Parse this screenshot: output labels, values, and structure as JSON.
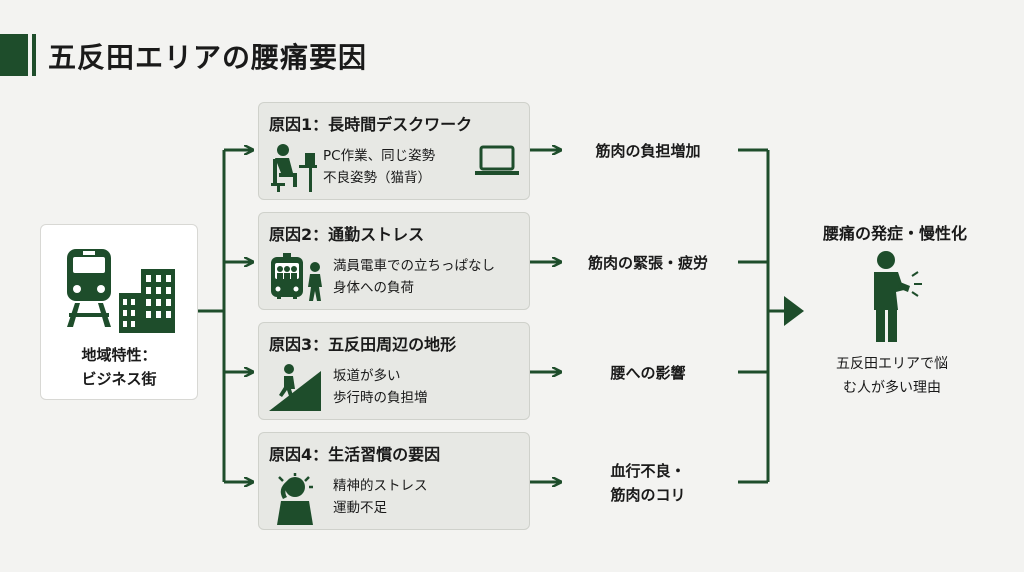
{
  "title": "五反田エリアの腰痛要因",
  "origin": {
    "label_line1": "地域特性：",
    "label_line2": "ビジネス街"
  },
  "causes": [
    {
      "title": "原因1：長時間デスクワーク",
      "desc1": "PC作業、同じ姿勢",
      "desc2": "不良姿勢（猫背）",
      "icon": "desk-worker-icon",
      "effect1": "筋肉の負担増加",
      "effect2": ""
    },
    {
      "title": "原因2：通勤ストレス",
      "desc1": "満員電車での立ちっぱなし",
      "desc2": "身体への負荷",
      "icon": "crowded-train-icon",
      "effect1": "筋肉の緊張・疲労",
      "effect2": ""
    },
    {
      "title": "原因3：五反田周辺の地形",
      "desc1": "坂道が多い",
      "desc2": "歩行時の負担増",
      "icon": "slope-walker-icon",
      "effect1": "腰への影響",
      "effect2": ""
    },
    {
      "title": "原因4：生活習慣の要因",
      "desc1": "精神的ストレス",
      "desc2": "運動不足",
      "icon": "stressed-person-icon",
      "effect1": "血行不良・",
      "effect2": "筋肉のコリ"
    }
  ],
  "result": {
    "title": "腰痛の発症・慢性化",
    "desc1": "五反田エリアで悩",
    "desc2": "む人が多い理由"
  },
  "colors": {
    "accent": "#1e4d2b",
    "box_bg": "#e7e8e4",
    "page_bg": "#f3f3f1"
  }
}
